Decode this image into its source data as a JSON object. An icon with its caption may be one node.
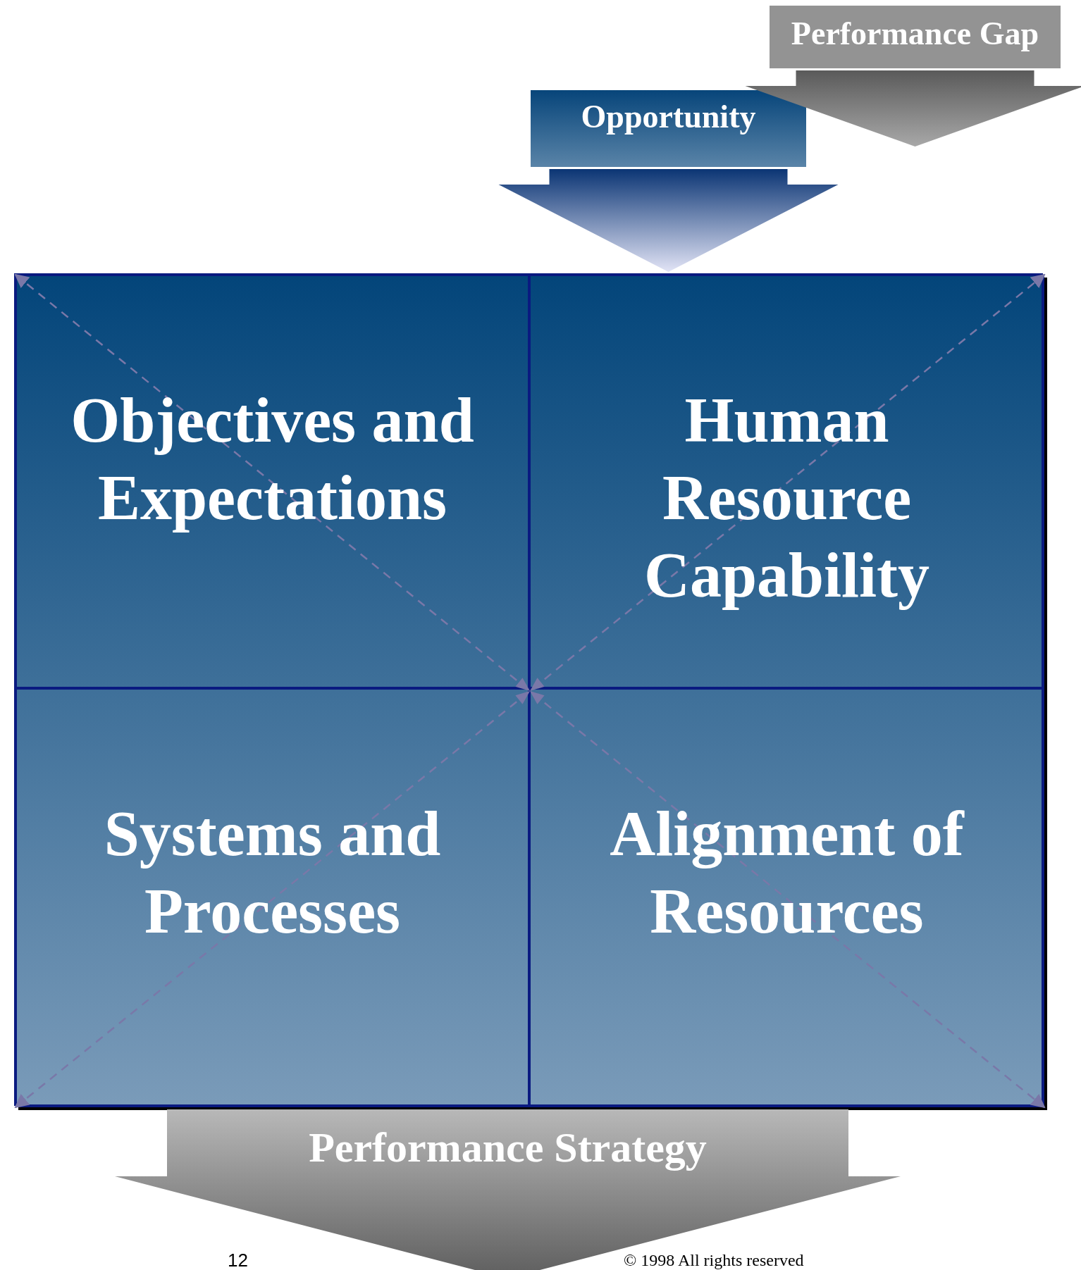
{
  "diagram": {
    "nodes": [
      {
        "text": [
          "Performance Gap"
        ]
      },
      {
        "text": [
          "Opportunity"
        ]
      },
      {
        "text": [],
        "shape": "box"
      },
      {
        "text": [
          "Objectives and Expectations"
        ],
        "in": 2
      },
      {
        "text": [
          "Human Resource Capability"
        ],
        "in": 2
      },
      {
        "text": [
          "Systems and Processes"
        ],
        "in": 2
      },
      {
        "text": [
          "Alignment of Resources"
        ],
        "in": 2
      },
      {
        "text": [
          "Performance Strategy"
        ]
      }
    ],
    "edges": [
      {
        "from": 0,
        "to": null,
        "arrow": "to",
        "style": "thick",
        "color": "#5a5a5a"
      },
      {
        "from": 1,
        "to": 2,
        "arrow": "to",
        "style": "thick"
      },
      {
        "from": 3,
        "to": 6,
        "arrow": "both",
        "style": "dashed"
      },
      {
        "from": 5,
        "to": 4,
        "arrow": "both",
        "style": "dashed"
      }
    ],
    "labels": [
      "12",
      "© 1998 All rights reserved"
    ]
  }
}
